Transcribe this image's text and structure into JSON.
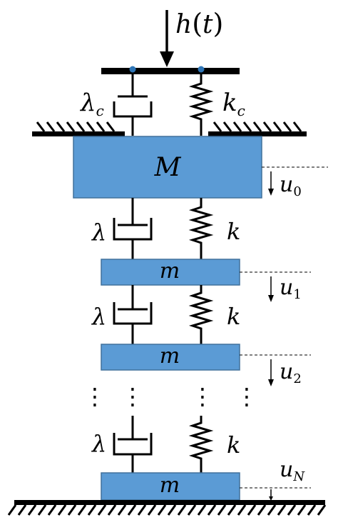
{
  "force_label": {
    "name": "h",
    "open": "(",
    "arg": "t",
    "close": ")"
  },
  "main_mass": {
    "label": "M"
  },
  "top_connection": {
    "damper": {
      "symbol": "λ",
      "sub": "c"
    },
    "spring": {
      "symbol": "k",
      "sub": "c"
    }
  },
  "connections": [
    {
      "damper": "λ",
      "spring": "k"
    },
    {
      "damper": "λ",
      "spring": "k"
    },
    {
      "damper": "λ",
      "spring": "k"
    }
  ],
  "small_masses": [
    {
      "label": "m"
    },
    {
      "label": "m"
    },
    {
      "label": "m"
    }
  ],
  "displacements": [
    {
      "symbol": "u",
      "sub": "0"
    },
    {
      "symbol": "u",
      "sub": "1"
    },
    {
      "symbol": "u",
      "sub": "2"
    },
    {
      "symbol": "u",
      "sub": "N"
    }
  ],
  "ellipsis_glyph": "⋮",
  "colors": {
    "mass_fill": "#5b9bd5",
    "mass_stroke": "#41719c",
    "line": "#000000",
    "pin": "#2e75b6"
  }
}
